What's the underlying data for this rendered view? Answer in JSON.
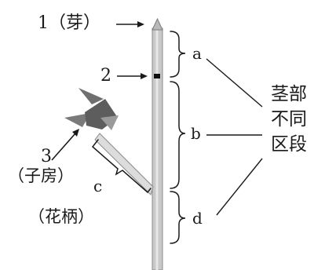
{
  "labels": {
    "bud": "1（芽）",
    "node": "2",
    "ovary_number": "3",
    "ovary": "（子房）",
    "pedicel": "（花柄）",
    "letter_a": "a",
    "letter_b": "b",
    "letter_c": "c",
    "letter_d": "d"
  },
  "stem_segments": [
    "茎部",
    "不同",
    "区段"
  ],
  "colors": {
    "stem_fill": "#c9c9c9",
    "stem_edge": "#8a8a8a",
    "ink": "#1a1a1a",
    "ovary": "#6f6f6f"
  }
}
